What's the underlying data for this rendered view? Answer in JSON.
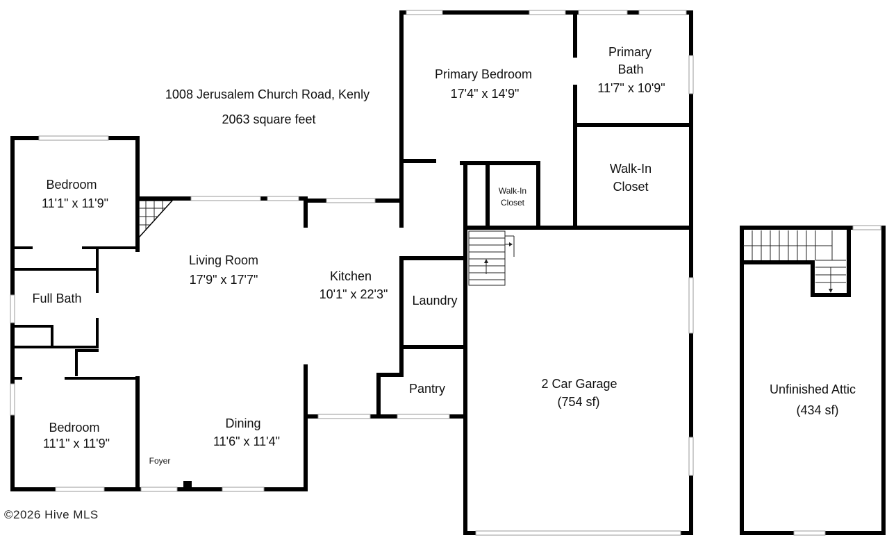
{
  "header": {
    "address": "1008 Jerusalem Church Road, Kenly",
    "area": "2063 square feet"
  },
  "rooms": {
    "bedroom_top": {
      "name": "Bedroom",
      "dim": "11'1\" x 11'9\""
    },
    "full_bath": {
      "name": "Full Bath"
    },
    "bedroom_bottom": {
      "name": "Bedroom",
      "dim": "11'1\" x 11'9\""
    },
    "living": {
      "name": "Living Room",
      "dim": "17'9\" x 17'7\""
    },
    "dining": {
      "name": "Dining",
      "dim": "11'6\" x 11'4\""
    },
    "foyer": {
      "name": "Foyer"
    },
    "kitchen": {
      "name": "Kitchen",
      "dim": "10'1\" x 22'3\""
    },
    "laundry": {
      "name": "Laundry"
    },
    "pantry": {
      "name": "Pantry"
    },
    "primary_bedroom": {
      "name": "Primary Bedroom",
      "dim": "17'4\" x 14'9\""
    },
    "primary_bath": {
      "line1": "Primary",
      "line2": "Bath",
      "dim": "11'7\" x 10'9\""
    },
    "walk_in_closet_large": {
      "line1": "Walk-In",
      "line2": "Closet"
    },
    "walk_in_closet_small": {
      "line1": "Walk-In",
      "line2": "Closet"
    },
    "garage": {
      "name": "2 Car Garage",
      "area": "(754 sf)"
    },
    "attic": {
      "name": "Unfinished Attic",
      "area": "(434 sf)"
    }
  },
  "footer": {
    "copyright": "©2026 Hive MLS"
  },
  "colors": {
    "wall": "#000000",
    "window": "#9a9a9a",
    "background": "#ffffff"
  }
}
